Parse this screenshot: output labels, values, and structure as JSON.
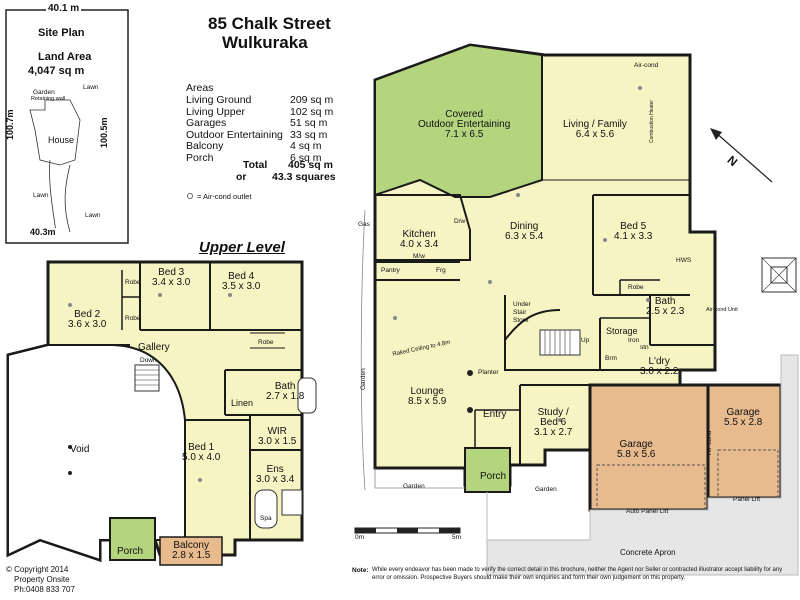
{
  "header": {
    "address_line1": "85 Chalk Street",
    "address_line2": "Wulkuraka"
  },
  "areas": {
    "heading": "Areas",
    "rows": [
      {
        "label": "Living Ground",
        "value": "209 sq m"
      },
      {
        "label": "Living Upper",
        "value": "102 sq m"
      },
      {
        "label": "Garages",
        "value": "51 sq m"
      },
      {
        "label": "Outdoor Entertaining",
        "value": "33 sq m"
      },
      {
        "label": "Balcony",
        "value": "4 sq m"
      },
      {
        "label": "Porch",
        "value": "6 sq m"
      }
    ],
    "total_label": "Total",
    "total_value": "405 sq m",
    "or_label": "or",
    "squares_value": "43.3 squares",
    "legend": "= Air-cond outlet"
  },
  "site_plan": {
    "title": "Site Plan",
    "land_area_label": "Land Area",
    "land_area_value": "4,047 sq m",
    "dim_top": "40.1 m",
    "dim_left": "100.7m",
    "dim_right": "100.5m",
    "dim_bottom": "40.3m",
    "labels": {
      "lawn1": "Lawn",
      "garden": "Garden",
      "retaining": "Retaining wall",
      "house": "House",
      "lawn2": "Lawn",
      "lawn3": "Lawn"
    }
  },
  "upper": {
    "title": "Upper Level",
    "rooms": {
      "bed2": {
        "name": "Bed 2",
        "dim": "3.6 x 3.0"
      },
      "bed3": {
        "name": "Bed 3",
        "dim": "3.4 x 3.0"
      },
      "bed4": {
        "name": "Bed 4",
        "dim": "3.5 x 3.0"
      },
      "gallery": {
        "name": "Gallery"
      },
      "void": {
        "name": "Void"
      },
      "bath": {
        "name": "Bath",
        "dim": "2.7 x 1.8"
      },
      "linen": {
        "name": "Linen"
      },
      "wir": {
        "name": "WIR",
        "dim": "3.0 x 1.5"
      },
      "bed1": {
        "name": "Bed 1",
        "dim": "5.0 x 4.0"
      },
      "ens": {
        "name": "Ens",
        "dim": "3.0 x 3.4"
      },
      "porch": {
        "name": "Porch"
      },
      "balcony": {
        "name": "Balcony",
        "dim": "2.8 x 1.5"
      }
    },
    "small": {
      "robe1": "Robe",
      "robe2": "Robe",
      "robe3": "Robe",
      "down": "Down",
      "spa": "Spa"
    }
  },
  "ground": {
    "rooms": {
      "covered": {
        "name": "Covered",
        "name2": "Outdoor Entertaining",
        "dim": "7.1 x 6.5"
      },
      "living": {
        "name": "Living / Family",
        "dim": "6.4 x 5.6"
      },
      "kitchen": {
        "name": "Kitchen",
        "dim": "4.0 x 3.4"
      },
      "dining": {
        "name": "Dining",
        "dim": "6.3 x 5.4"
      },
      "bed5": {
        "name": "Bed 5",
        "dim": "4.1 x 3.3"
      },
      "bath": {
        "name": "Bath",
        "dim": "2.5 x 2.3"
      },
      "storage": {
        "name": "Storage"
      },
      "ldry": {
        "name": "L'dry",
        "dim": "3.0 x 2.2"
      },
      "lounge": {
        "name": "Lounge",
        "dim": "8.5 x 5.9"
      },
      "entry": {
        "name": "Entry"
      },
      "study": {
        "name": "Study /",
        "name2": "Bed 6",
        "dim": "3.1 x 2.7"
      },
      "garage1": {
        "name": "Garage",
        "dim": "5.8 x 5.6"
      },
      "garage2": {
        "name": "Garage",
        "dim": "5.5 x 2.8"
      },
      "porch": {
        "name": "Porch"
      }
    },
    "small": {
      "aircond": "Air-cond",
      "combustion": "Combustion Heater",
      "gas": "Gas",
      "dw": "D/w",
      "mw": "M/w",
      "pantry": "Pantry",
      "frg": "Frg",
      "hws": "HWS",
      "robe": "Robe",
      "aircond_unit": "Air-cond Unit",
      "under": "Under",
      "stair": "Stair",
      "store": "Store",
      "up": "Up",
      "iron": "Iron",
      "stn": "stn",
      "brm": "Brm",
      "raked": "Raked Ceiling to 4.8m",
      "planter": "Planter",
      "garden_left": "Garden",
      "garden_bottom": "Garden",
      "garden_right": "Garden",
      "aircond_garage": "Air-cond",
      "auto_lift": "Auto Panel Lift",
      "panel_lift": "Panel Lift",
      "concrete": "Concrete Apron"
    }
  },
  "scale": {
    "start": "0m",
    "end": "5m"
  },
  "compass": {
    "label": "N"
  },
  "footer": {
    "copyright": "Copyright 2014",
    "company": "Property Onsite",
    "phone": "Ph:0408 833 707",
    "note_label": "Note:",
    "note_text": "While every endeavor has been made to verify the correct detail in this brochure, neither the Agent nor Seller or contracted illustrator accept liability for any error or omission. Prospective Buyers should make their own enquiries and form their own judgement on this property."
  },
  "colors": {
    "room": "#f6f4c3",
    "green": "#b4d47e",
    "garage": "#e8bb8e",
    "balcony": "#e8bb8e",
    "apron": "#e6e6e6",
    "wall": "#1a1a1a"
  }
}
